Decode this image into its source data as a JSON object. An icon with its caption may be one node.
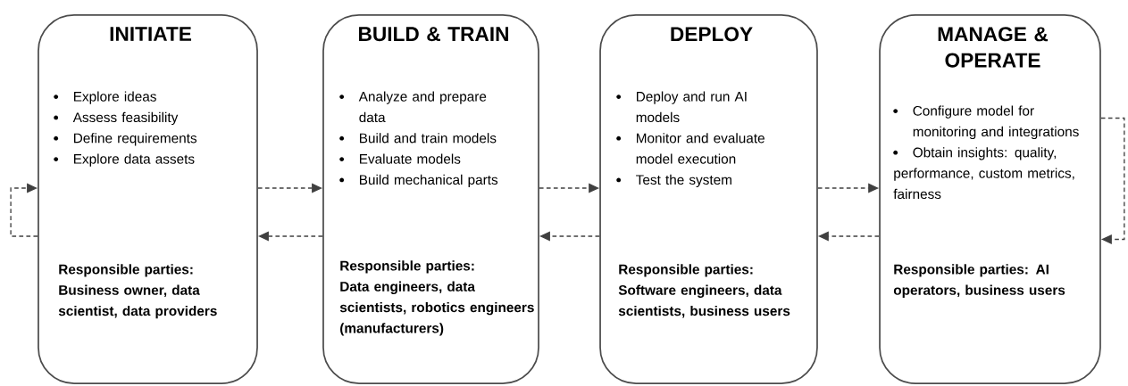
{
  "diagram": {
    "nodes": [
      {
        "text": [
          "INITIATE",
          "Explore ideas",
          "Assess feasibility",
          "Define requirements",
          "Explore data assets",
          "Responsible parties: Business owner, data scientist, data providers"
        ]
      },
      {
        "text": [
          "BUILD & TRAIN",
          "Analyze and prepare data",
          "Build and train models",
          "Evaluate models",
          "Build mechanical parts",
          "Responsible parties: Data engineers, data scientists, robotics engineers (manufacturers)"
        ]
      },
      {
        "text": [
          "DEPLOY",
          "Deploy and run AI models",
          "Monitor and evaluate model execution",
          "Test the system",
          "Responsible parties: Software engineers, data scientists, business users"
        ]
      },
      {
        "text": [
          "MANAGE & OPERATE",
          "Configure model for monitoring and integrations",
          "Obtain insights: quality, performance, custom metrics, fairness",
          "Responsible parties: AI operators, business users"
        ]
      }
    ],
    "edges": [
      {
        "from": 0,
        "to": 1,
        "arrow": "to",
        "style": "dashed"
      },
      {
        "from": 1,
        "to": 2,
        "arrow": "to",
        "style": "dashed"
      },
      {
        "from": 2,
        "to": 3,
        "arrow": "to",
        "style": "dashed"
      },
      {
        "from": 3,
        "to": 3,
        "arrow": "to",
        "style": "dashed"
      },
      {
        "from": 3,
        "to": 2,
        "arrow": "to",
        "style": "dashed"
      },
      {
        "from": 2,
        "to": 1,
        "arrow": "to",
        "style": "dashed"
      },
      {
        "from": 1,
        "to": 0,
        "arrow": "to",
        "style": "dashed"
      },
      {
        "from": 0,
        "to": 0,
        "arrow": "to",
        "style": "dashed"
      }
    ]
  }
}
